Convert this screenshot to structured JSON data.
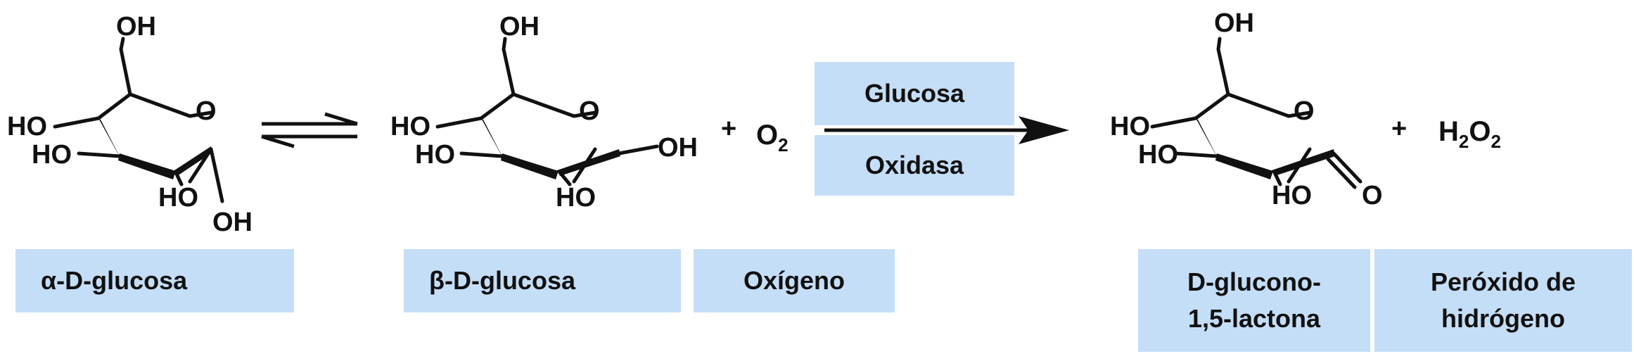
{
  "molecules": {
    "alpha_glucose": {
      "oh_top": "OH",
      "ring_o": "O",
      "ho_left": "HO",
      "ho_left2": "HO",
      "ho_bottom": "HO",
      "oh_bottom": "OH"
    },
    "beta_glucose": {
      "oh_top": "OH",
      "ring_o": "O",
      "ho_left": "HO",
      "ho_left2": "HO",
      "oh_right": "OH",
      "ho_bottom": "HO"
    },
    "gluconolactone": {
      "oh_top": "OH",
      "ring_o": "O",
      "ho_left": "HO",
      "ho_left2": "HO",
      "ho_bottom": "HO",
      "carbonyl_o": "O"
    }
  },
  "reaction": {
    "plus1": "+",
    "o2": {
      "main": "O",
      "sub": "2"
    },
    "plus2": "+",
    "h2o2": {
      "h": "H",
      "sub1": "2",
      "o": "O",
      "sub2": "2"
    }
  },
  "enzyme": {
    "line1": "Glucosa",
    "line2": "Oxidasa"
  },
  "labels": {
    "alpha": "α-D-glucosa",
    "beta": "β-D-glucosa",
    "oxygen": "Oxígeno",
    "lactone_1": "D-glucono-",
    "lactone_2": "1,5-lactona",
    "peroxide_1": "Peróxido de",
    "peroxide_2": "hidrógeno"
  },
  "colors": {
    "label_bg": "#c5def8",
    "ink": "#111111"
  }
}
